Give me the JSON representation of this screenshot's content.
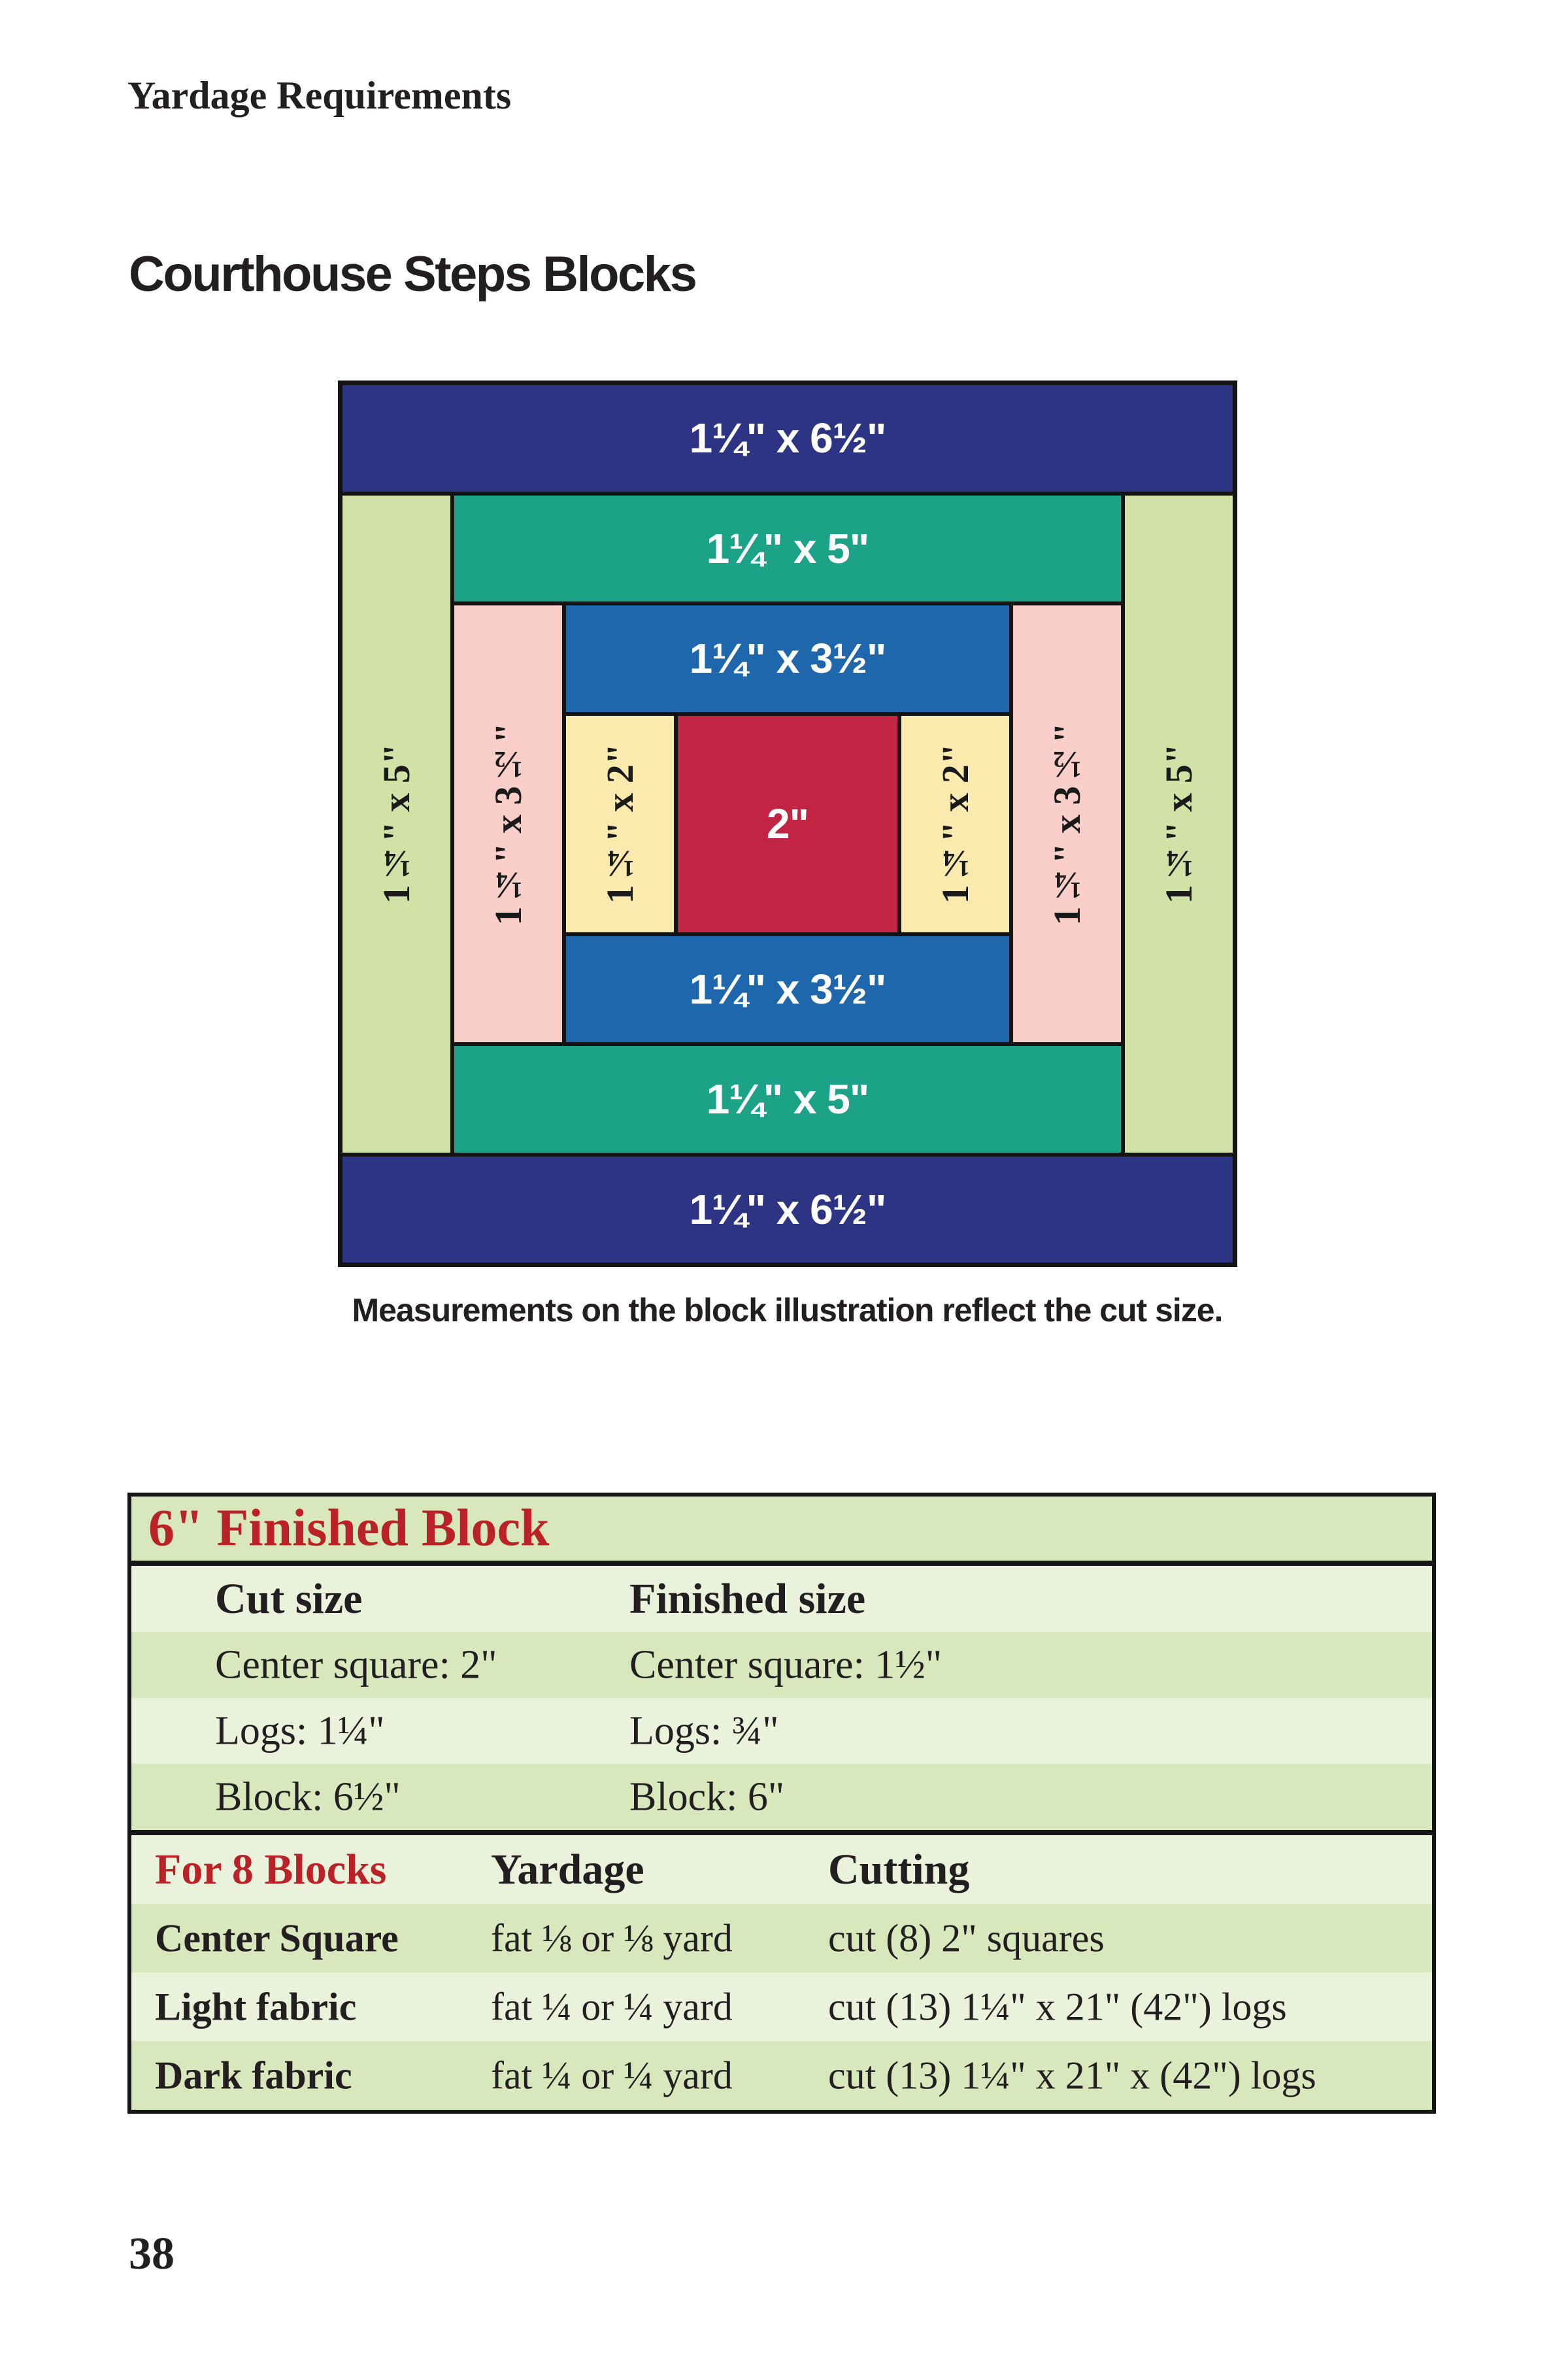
{
  "page": {
    "header": "Yardage Requirements",
    "title": "Courthouse Steps Blocks",
    "caption": "Measurements on the block illustration reflect the cut size.",
    "page_number": "38"
  },
  "diagram": {
    "labels": {
      "outer_h": "1¼\" x 6½\"",
      "outer_v": "1¼\" x 5\"",
      "ring2_h": "1¼\" x 5\"",
      "ring2_v": "1¼\" x 3½\"",
      "ring3_h": "1¼\" x 3½\"",
      "ring3_v": "1¼\" x 2\"",
      "center": "2\""
    },
    "colors": {
      "navy": "#2d3484",
      "green": "#d2e2a6",
      "teal": "#1ca287",
      "pink": "#fbcfc9",
      "blue": "#1e67ac",
      "yellow": "#faeaae",
      "red": "#c22544",
      "outline": "#141414"
    }
  },
  "table": {
    "title": "6\" Finished Block",
    "accent_color": "#b92327",
    "row_green_dark": "#d9e7bd",
    "row_green_light": "#eaf2dc",
    "size_section": {
      "headers": [
        "Cut size",
        "Finished size"
      ],
      "rows": [
        [
          "Center square: 2\"",
          "Center square: 1½\""
        ],
        [
          "Logs: 1¼\"",
          "Logs: ¾\""
        ],
        [
          "Block: 6½\"",
          "Block: 6\""
        ]
      ]
    },
    "blocks_section": {
      "headers": [
        "For 8 Blocks",
        "Yardage",
        "Cutting"
      ],
      "rows": [
        [
          "Center Square",
          "fat ⅛ or ⅛ yard",
          "cut (8) 2\" squares"
        ],
        [
          "Light fabric",
          "fat ¼ or ¼ yard",
          "cut (13) 1¼\" x 21\" (42\") logs"
        ],
        [
          "Dark fabric",
          "fat ¼ or ¼ yard",
          "cut (13) 1¼\" x 21\" x (42\") logs"
        ]
      ]
    }
  }
}
